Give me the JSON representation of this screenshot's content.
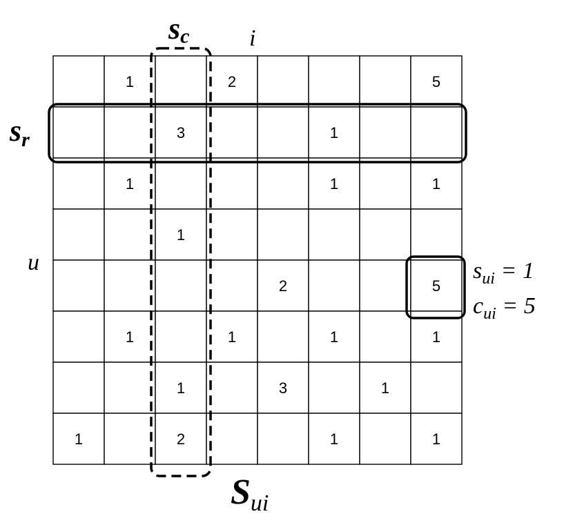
{
  "matrix": {
    "rows": 8,
    "cols": 8,
    "cells": [
      [
        "",
        "1",
        "",
        "2",
        "",
        "",
        "",
        "5"
      ],
      [
        "",
        "",
        "3",
        "",
        "",
        "1",
        "",
        ""
      ],
      [
        "",
        "1",
        "",
        "",
        "",
        "1",
        "",
        "1"
      ],
      [
        "",
        "",
        "1",
        "",
        "",
        "",
        "",
        ""
      ],
      [
        "",
        "",
        "",
        "",
        "2",
        "",
        "",
        "5"
      ],
      [
        "",
        "1",
        "",
        "1",
        "",
        "1",
        "",
        "1"
      ],
      [
        "",
        "",
        "1",
        "",
        "3",
        "",
        "1",
        ""
      ],
      [
        "1",
        "",
        "2",
        "",
        "",
        "1",
        "",
        "1"
      ]
    ]
  },
  "labels": {
    "col_highlight": {
      "base": "s",
      "sub": "c"
    },
    "col_index": "i",
    "row_highlight": {
      "base": "s",
      "sub": "r"
    },
    "row_index": "u",
    "matrix_label": {
      "base": "S",
      "sub": "ui"
    },
    "entry_s": {
      "base": "s",
      "sub": "ui",
      "rest": " = 1"
    },
    "entry_c": {
      "base": "c",
      "sub": "ui",
      "rest": " = 5"
    }
  },
  "highlight": {
    "row": 1,
    "col": 2,
    "cell": [
      4,
      7
    ]
  }
}
